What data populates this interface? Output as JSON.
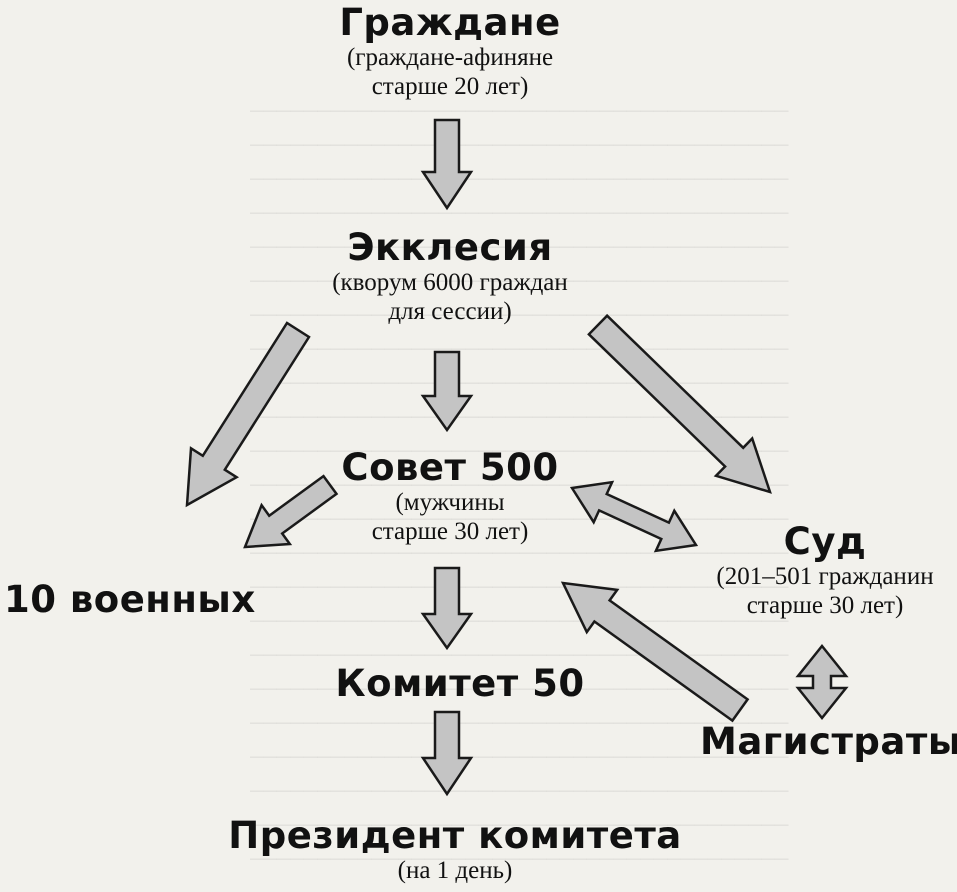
{
  "nodes": {
    "citizens": {
      "title": "Граждане",
      "sub1": "(граждане-афиняне",
      "sub2": "старше 20 лет)"
    },
    "ekklesia": {
      "title": "Экклесия",
      "sub1": "(кворум 6000 граждан",
      "sub2": "для сессии)"
    },
    "council": {
      "title": "Совет 500",
      "sub1": "(мужчины",
      "sub2": "старше 30 лет)"
    },
    "military": {
      "title": "10 военных"
    },
    "court": {
      "title": "Суд",
      "sub1": "(201–501 гражданин",
      "sub2": "старше 30 лет)"
    },
    "committee": {
      "title": "Комитет 50"
    },
    "magistrates": {
      "title": "Магистраты"
    },
    "president": {
      "title": "Президент комитета",
      "sub1": "(на 1 день)"
    }
  },
  "colors": {
    "arrow_fill": "#c4c4c4",
    "arrow_stroke": "#1a1a1a",
    "background": "#f2f1ec"
  }
}
